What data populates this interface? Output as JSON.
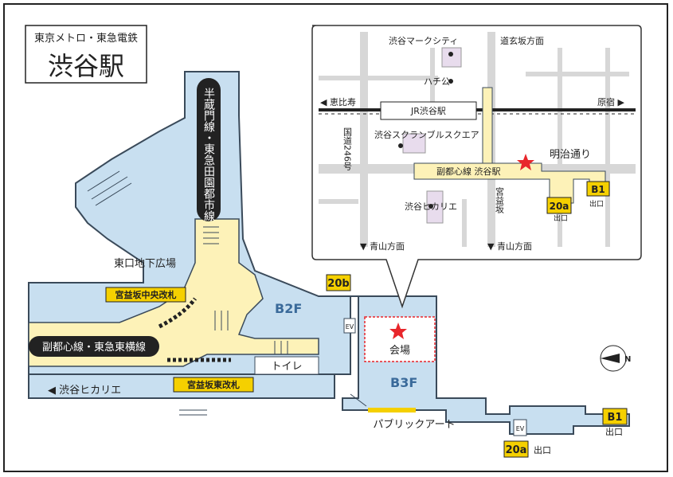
{
  "station": {
    "operators": "東京メトロ・東急電鉄",
    "name": "渋谷駅"
  },
  "lines": {
    "hanzomon": "半蔵門線・東急田園都市線",
    "fukutoshin": "副都心線・東急東横線"
  },
  "areas": {
    "east_plaza": "東口地下広場",
    "b2f": "B2F",
    "b3f": "B3F",
    "toilet": "トイレ",
    "public_art": "パブリックアート",
    "venue": "会場"
  },
  "gates": {
    "miyamasuzaka_central": "宮益坂中央改札",
    "miyamasuzaka_east": "宮益坂東改札"
  },
  "direction": {
    "hikarie": "◀ 渋谷ヒカリエ"
  },
  "exits": {
    "b20": "20b",
    "a20": "20a",
    "b1": "B1",
    "exit_word": "出口"
  },
  "ev": "EV",
  "north": "N",
  "inset": {
    "mark_city": "渋谷マークシティ",
    "dogenzaka": "道玄坂方面",
    "hachiko": "ハチ公",
    "ebisu": "◀ 恵比寿",
    "harajuku": "原宿 ▶",
    "jr_station": "JR渋谷駅",
    "route246": "国道246号",
    "scramble": "渋谷スクランブルスクエア",
    "meiji": "明治通り",
    "fukutoshin_station": "副都心線 渋谷駅",
    "miyamasuzaka": "宮益坂",
    "hikarie": "渋谷ヒカリエ",
    "aoyama1": "▼ 青山方面",
    "aoyama2": "▼ 青山方面",
    "a20": "20a",
    "b1": "B1",
    "exit_word": "出口"
  },
  "colors": {
    "concourse": "#c8dff0",
    "paid_area": "#fdf2b8",
    "exit_badge": "#f5d000",
    "star": "#e8262b",
    "outline": "#3a4a5a"
  }
}
